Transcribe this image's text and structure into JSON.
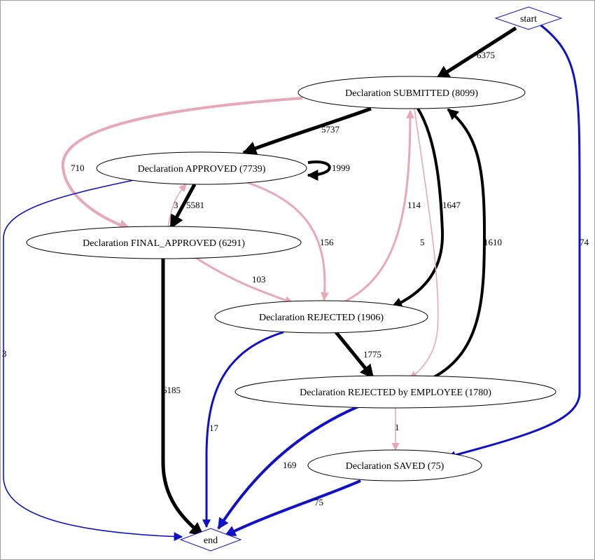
{
  "colors": {
    "background": "#ffffff",
    "node_stroke": "#000000",
    "terminal_stroke": "#1010c8",
    "edge_main": "#000000",
    "edge_pink": "#e8a8b8",
    "edge_blue": "#1010c8"
  },
  "nodes": {
    "start": "start",
    "submitted": "Declaration SUBMITTED (8099)",
    "approved": "Declaration APPROVED (7739)",
    "final_approved": "Declaration FINAL_APPROVED (6291)",
    "rejected": "Declaration REJECTED (1906)",
    "rejected_employee": "Declaration REJECTED by EMPLOYEE (1780)",
    "saved": "Declaration SAVED (75)",
    "end": "end"
  },
  "edges": {
    "start_submitted": "6375",
    "start_saved": "74",
    "submitted_approved": "5737",
    "submitted_final": "710",
    "submitted_rejected": "1647",
    "submitted_rejemp": "5",
    "approved_self": "1999",
    "approved_final": "5581",
    "approved_rejected": "156",
    "approved_end": "3",
    "final_approved_back": "3",
    "final_rejected": "103",
    "final_end": "6185",
    "rejected_submitted": "114",
    "rejected_rejemp": "1775",
    "rejected_end": "17",
    "rejemp_submitted": "1610",
    "rejemp_saved": "1",
    "rejemp_end": "169",
    "saved_end": "75"
  }
}
